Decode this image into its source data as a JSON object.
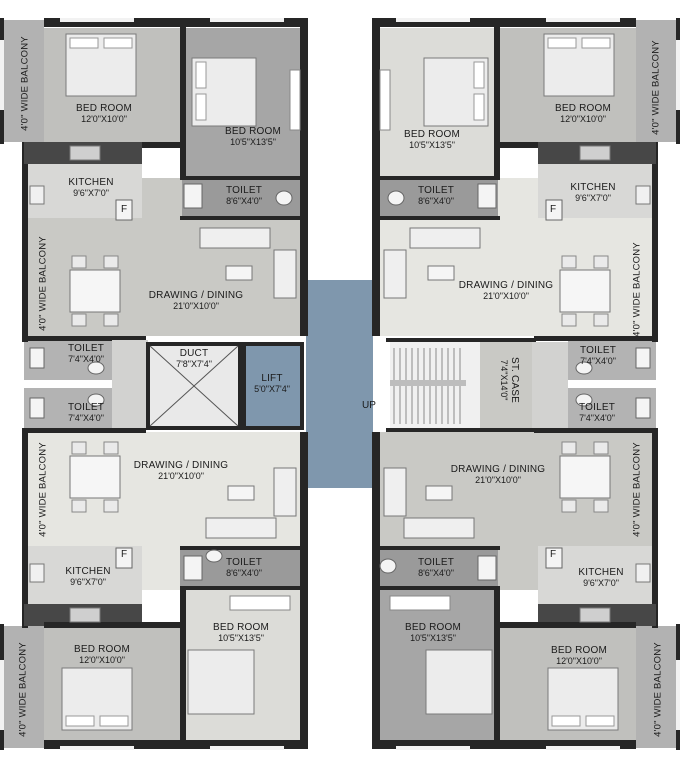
{
  "colors": {
    "bedroom_floor": "#a9a9a9",
    "living_floor": "#c9c9c5",
    "kitchen_floor": "#d9d9d7",
    "light_floor": "#e6e6e1",
    "wall": "#262626",
    "lift_core": "#7f97ad",
    "window": "#f2f2f2"
  },
  "flats": {
    "top_left": {
      "bed1": {
        "name": "BED ROOM",
        "dim": "12'0\"X10'0\""
      },
      "bed2": {
        "name": "BED ROOM",
        "dim": "10'5\"X13'5\""
      },
      "kitchen": {
        "name": "KITCHEN",
        "dim": "9'6\"X7'0\""
      },
      "toilet": {
        "name": "TOILET",
        "dim": "8'6\"X4'0\""
      },
      "drawing": {
        "name": "DRAWING / DINING",
        "dim": "21'0\"X10'0\""
      },
      "toilet_small": {
        "name": "TOILET",
        "dim": "7'4\"X4'0\""
      },
      "balcony": "4'0\" WIDE BALCONY",
      "balcony2": "4'0\" WIDE BALCONY"
    },
    "top_right": {
      "bed1": {
        "name": "BED ROOM",
        "dim": "12'0\"X10'0\""
      },
      "bed2": {
        "name": "BED ROOM",
        "dim": "10'5\"X13'5\""
      },
      "kitchen": {
        "name": "KITCHEN",
        "dim": "9'6\"X7'0\""
      },
      "toilet": {
        "name": "TOILET",
        "dim": "8'6\"X4'0\""
      },
      "drawing": {
        "name": "DRAWING / DINING",
        "dim": "21'0\"X10'0\""
      },
      "toilet_small": {
        "name": "TOILET",
        "dim": "7'4\"X4'0\""
      },
      "balcony": "4'0\" WIDE BALCONY",
      "balcony2": "4'0\" WIDE BALCONY"
    },
    "bottom_left": {
      "bed1": {
        "name": "BED ROOM",
        "dim": "12'0\"X10'0\""
      },
      "bed2": {
        "name": "BED ROOM",
        "dim": "10'5\"X13'5\""
      },
      "kitchen": {
        "name": "KITCHEN",
        "dim": "9'6\"X7'0\""
      },
      "toilet": {
        "name": "TOILET",
        "dim": "8'6\"X4'0\""
      },
      "drawing": {
        "name": "DRAWING / DINING",
        "dim": "21'0\"X10'0\""
      },
      "toilet_small": {
        "name": "TOILET",
        "dim": "7'4\"X4'0\""
      },
      "balcony": "4'0\" WIDE BALCONY",
      "balcony2": "4'0\" WIDE BALCONY"
    },
    "bottom_right": {
      "bed1": {
        "name": "BED ROOM",
        "dim": "12'0\"X10'0\""
      },
      "bed2": {
        "name": "BED ROOM",
        "dim": "10'5\"X13'5\""
      },
      "kitchen": {
        "name": "KITCHEN",
        "dim": "9'6\"X7'0\""
      },
      "toilet": {
        "name": "TOILET",
        "dim": "8'6\"X4'0\""
      },
      "drawing": {
        "name": "DRAWING / DINING",
        "dim": "21'0\"X10'0\""
      },
      "toilet_small": {
        "name": "TOILET",
        "dim": "7'4\"X4'0\""
      },
      "balcony": "4'0\" WIDE BALCONY",
      "balcony2": "4'0\" WIDE BALCONY"
    }
  },
  "core": {
    "duct": {
      "name": "DUCT",
      "dim": "7'8\"X7'4\""
    },
    "lift": {
      "name": "LIFT",
      "dim": "5'0\"X7'4\""
    },
    "stair": {
      "name": "ST. CASE",
      "dim": "7'4\"X14'0\""
    },
    "up_label": "UP",
    "fridge_label": "F"
  }
}
